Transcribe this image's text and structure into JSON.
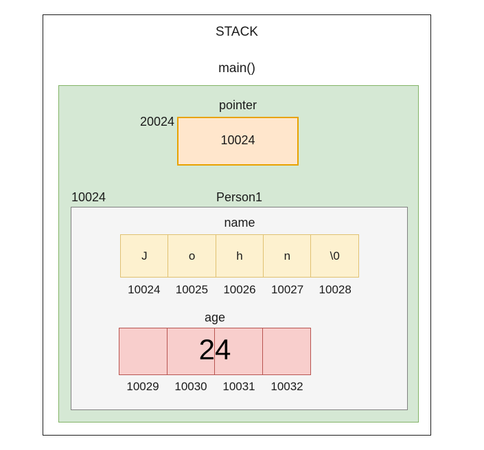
{
  "diagram": {
    "stack_label": "STACK",
    "function_label": "main()",
    "pointer": {
      "name": "pointer",
      "address": "20024",
      "value": "10024"
    },
    "struct": {
      "name": "Person1",
      "address": "10024",
      "name_field": {
        "label": "name",
        "cells": [
          "J",
          "o",
          "h",
          "n",
          "\\0"
        ],
        "addresses": [
          "10024",
          "10025",
          "10026",
          "10027",
          "10028"
        ]
      },
      "age_field": {
        "label": "age",
        "value": "24",
        "cells": [
          "",
          "",
          "",
          ""
        ],
        "addresses": [
          "10029",
          "10030",
          "10031",
          "10032"
        ]
      }
    },
    "colors": {
      "stack_border": "#1a1a1a",
      "green_fill": "#d5e8d4",
      "green_border": "#82b366",
      "pointer_fill": "#ffe6cc",
      "pointer_border": "#e8a200",
      "struct_fill": "#f5f5f5",
      "struct_border": "#808080",
      "name_fill": "#fdf1cf",
      "name_border": "#e0c171",
      "age_fill": "#f8cecc",
      "age_border": "#b85450"
    }
  }
}
